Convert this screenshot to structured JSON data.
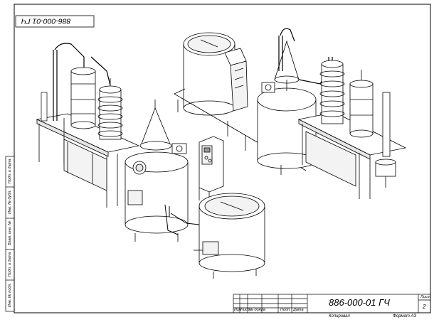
{
  "drawing": {
    "code": "886-000-01 ГЧ",
    "mirrored_code": "886-000-01 ГЧ",
    "sheet_label": "Лист",
    "sheet_number": "2",
    "copied_label": "Копировал",
    "format_label": "Формат А3"
  },
  "title_block": {
    "columns": [
      "Изм",
      "Лист",
      "№ докум.",
      "Подп.",
      "Дата"
    ]
  },
  "side_labels": [
    "Инв. № подл.",
    "Подп. и дата",
    "Взам. инв. №",
    "Инв. № дубл.",
    "Подп. и дата"
  ],
  "colors": {
    "line": "#000000",
    "fill": "#ffffff",
    "shade": "#e6e6e6",
    "dark": "#9a9a9a"
  },
  "icons": [
    "stirrer-motor-icon",
    "control-panel-icon"
  ]
}
